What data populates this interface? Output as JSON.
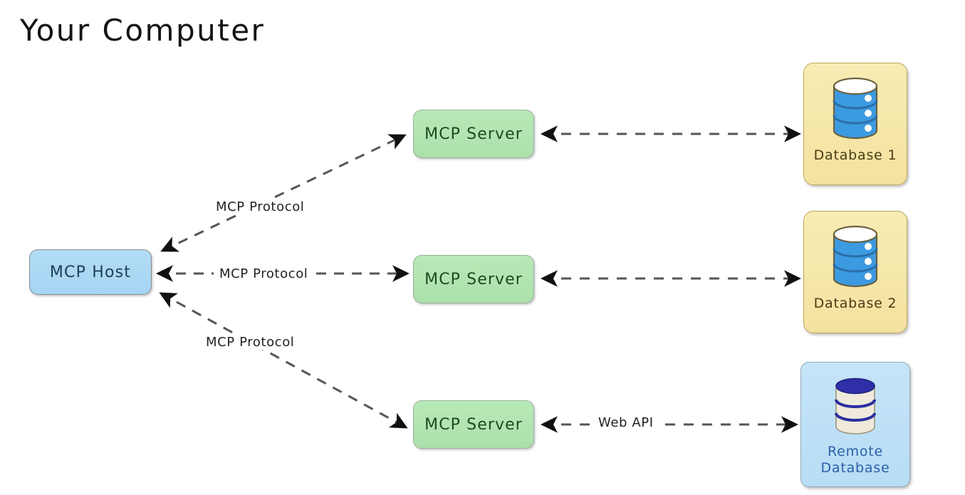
{
  "page": {
    "title": "Your Computer",
    "background": "#ffffff"
  },
  "colors": {
    "host_fill": "#a6d4f2",
    "host_text": "#1d3d57",
    "server_fill": "#abe0ab",
    "server_text": "#1c4a20",
    "database_fill": "#f3e2a0",
    "database_text": "#4a3a12",
    "remote_fill": "#b8ddf5",
    "remote_text": "#2b5fa8",
    "edge_stroke": "#555555",
    "arrow_fill": "#111111"
  },
  "nodes": {
    "host": {
      "label": "MCP Host"
    },
    "servers": [
      {
        "label": "MCP Server"
      },
      {
        "label": "MCP Server"
      },
      {
        "label": "MCP Server"
      }
    ],
    "databases": [
      {
        "caption": "Database 1",
        "icon": "database-cylinder-icon"
      },
      {
        "caption": "Database 2",
        "icon": "database-cylinder-icon"
      }
    ],
    "remote": {
      "caption_line1": "Remote",
      "caption_line2": "Database",
      "icon": "remote-database-cylinder-icon"
    }
  },
  "edges": {
    "host_to_server_1": {
      "label": "MCP Protocol",
      "style": "dashed",
      "direction": "bidirectional"
    },
    "host_to_server_2": {
      "label": "MCP Protocol",
      "style": "dashed",
      "direction": "bidirectional"
    },
    "host_to_server_3": {
      "label": "MCP Protocol",
      "style": "dashed",
      "direction": "bidirectional"
    },
    "server1_to_db1": {
      "label": "",
      "style": "dashed",
      "direction": "bidirectional"
    },
    "server2_to_db2": {
      "label": "",
      "style": "dashed",
      "direction": "bidirectional"
    },
    "server3_to_remote": {
      "label": "Web API",
      "style": "dashed",
      "direction": "bidirectional"
    }
  }
}
